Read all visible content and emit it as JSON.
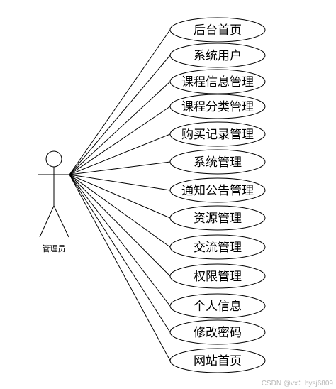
{
  "actor": {
    "label": "管理员"
  },
  "use_cases": [
    {
      "label": "后台首页"
    },
    {
      "label": "系统用户"
    },
    {
      "label": "课程信息管理"
    },
    {
      "label": "课程分类管理"
    },
    {
      "label": "购买记录管理"
    },
    {
      "label": "系统管理"
    },
    {
      "label": "通知公告管理"
    },
    {
      "label": "资源管理"
    },
    {
      "label": "交流管理"
    },
    {
      "label": "权限管理"
    },
    {
      "label": "个人信息"
    },
    {
      "label": "修改密码"
    },
    {
      "label": "网站首页"
    }
  ],
  "watermark": "CSDN @vx：bysj6809"
}
